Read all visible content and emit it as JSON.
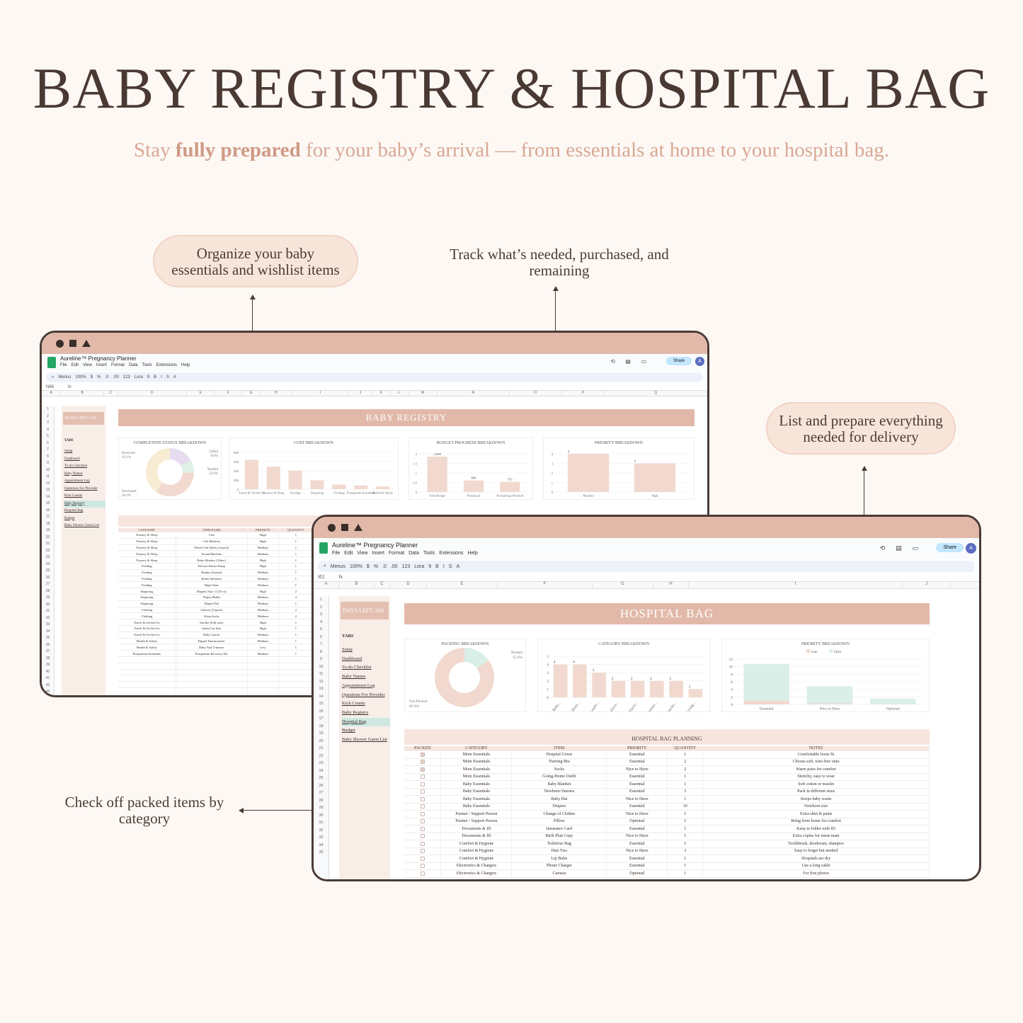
{
  "title": "BABY REGISTRY & HOSPITAL BAG",
  "subtitle": {
    "pre": "Stay ",
    "bold": "fully prepared",
    "post": " for your baby’s arrival — from essentials at home to your hospital bag."
  },
  "callouts": {
    "organize": "Organize your baby essentials and wishlist items",
    "track": "Track what’s needed, purchased, and remaining",
    "list": "List and prepare everything needed for delivery",
    "check": "Check off packed items by category"
  },
  "colors": {
    "accent": "#e2b9a9",
    "mint": "#d9efe8",
    "background": "#fdf8f4",
    "text": "#4a3b36"
  },
  "sheet": {
    "doc_title": "Aureline™ Pregnancy Planner",
    "menus": [
      "File",
      "Edit",
      "View",
      "Insert",
      "Format",
      "Data",
      "Tools",
      "Extensions",
      "Help"
    ],
    "share": "Share",
    "avatar": "A",
    "toolbar": [
      "Menus",
      "100%",
      "$",
      "%",
      ".0",
      ".00",
      "123",
      "Lora",
      "9",
      "B",
      "I",
      "S",
      "A"
    ],
    "days_left": "DAYS LEFT: 210",
    "tabs_label": "TABS",
    "tabs": [
      "Setup",
      "Dashboard",
      "To-do Checklist",
      "Baby Names",
      "Appointment Log",
      "Questions For Provider",
      "Kick Counts",
      "Baby Registry",
      "Hospital Bag",
      "Budget",
      "Baby Shower Guest List"
    ]
  },
  "registry": {
    "cell_ref": "N66",
    "banner": "BABY REGISTRY",
    "columns": [
      "A",
      "B",
      "C",
      "D",
      "E",
      "F",
      "G",
      "H",
      "I",
      "J",
      "K",
      "L",
      "M",
      "N",
      "O",
      "P",
      "Q"
    ],
    "completion_title": "COMPLETION STATUS BREAKDOWN",
    "completion_labels": [
      {
        "label": "Reserved",
        "pct": "16.1%"
      },
      {
        "label": "Gifted",
        "pct": "8.0%"
      },
      {
        "label": "Needed",
        "pct": "32.6%"
      },
      {
        "label": "Purchased",
        "pct": "38.2%"
      }
    ],
    "cost_title": "COST BREAKDOWN",
    "budget_title": "BUDGET PROGRESS BREAKDOWN",
    "priority_title": "PRIORITY BREAKDOWN",
    "table_headers": [
      "CATEGORY",
      "ITEM NAME",
      "PRIORITY",
      "QUANTITY"
    ],
    "rows": [
      [
        "Nursery & Sleep",
        "Crib",
        "High",
        "1"
      ],
      [
        "Nursery & Sleep",
        "Crib Mattress",
        "High",
        "1"
      ],
      [
        "Nursery & Sleep",
        "Fitted Crib Sheets (2-pack)",
        "Medium",
        "1"
      ],
      [
        "Nursery & Sleep",
        "Sound Machine",
        "Medium",
        "1"
      ],
      [
        "Nursery & Sleep",
        "Baby Monitor (Video)",
        "High",
        "1"
      ],
      [
        "Feeding",
        "Electric Breast Pump",
        "High",
        "1"
      ],
      [
        "Feeding",
        "Bottles (6-pack)",
        "Medium",
        "1"
      ],
      [
        "Feeding",
        "Bottle Sterilizer",
        "Medium",
        "1"
      ],
      [
        "Feeding",
        "High Chair",
        "Medium",
        "1"
      ],
      [
        "Diapering",
        "Diapers Size 1 (120 ct)",
        "High",
        "2"
      ],
      [
        "Diapering",
        "Wipes (Bulk)",
        "Medium",
        "3"
      ],
      [
        "Diapering",
        "Diaper Pail",
        "Medium",
        "1"
      ],
      [
        "Clothing",
        "Onesies (5-pack)",
        "Medium",
        "2"
      ],
      [
        "Clothing",
        "Sleep Sacks",
        "Medium",
        "2"
      ],
      [
        "Travel & On-the-Go",
        "Stroller (Full-size)",
        "High",
        "1"
      ],
      [
        "Travel & On-the-Go",
        "Infant Car Seat",
        "High",
        "1"
      ],
      [
        "Travel & On-the-Go",
        "Baby Carrier",
        "Medium",
        "1"
      ],
      [
        "Health & Safety",
        "Digital Thermometer",
        "Medium",
        "1"
      ],
      [
        "Health & Safety",
        "Baby Nail Trimmer",
        "Low",
        "1"
      ],
      [
        "Postpartum Essentials",
        "Postpartum Recovery Kit",
        "Medium",
        "1"
      ]
    ]
  },
  "hospital": {
    "cell_ref": "I61",
    "banner": "HOSPITAL BAG",
    "columns": [
      "A",
      "B",
      "C",
      "D",
      "E",
      "F",
      "G",
      "H",
      "I",
      "J"
    ],
    "packing_title": "PACKING BREAKDOWN",
    "packed_label": "Packed",
    "packed_pct": "15.0%",
    "not_packed_label": "Not Packed",
    "not_packed_pct": "85.0%",
    "category_title": "CATEGORY BREAKDOWN",
    "priority_title": "PRIORITY BREAKDOWN",
    "legend_true": "true",
    "legend_false": "false",
    "section_title": "HOSPITAL BAG PLANNING",
    "table_headers": [
      "PACKED",
      "CATEGORY",
      "ITEM",
      "PRIORITY",
      "QUANTITY",
      "NOTES"
    ],
    "rows": [
      {
        "packed": true,
        "cells": [
          "Mom Essentials",
          "Hospital Gown",
          "Essential",
          "1",
          "Comfortable loose fit"
        ]
      },
      {
        "packed": true,
        "cells": [
          "Mom Essentials",
          "Nursing Bra",
          "Essential",
          "2",
          "Choose soft, wire-free ones"
        ]
      },
      {
        "packed": true,
        "cells": [
          "Mom Essentials",
          "Socks",
          "Nice to Have",
          "2",
          "Warm pairs for comfort"
        ]
      },
      {
        "packed": false,
        "cells": [
          "Mom Essentials",
          "Going-Home Outfit",
          "Essential",
          "1",
          "Stretchy, easy to wear"
        ]
      },
      {
        "packed": false,
        "cells": [
          "Baby Essentials",
          "Baby Blanket",
          "Essential",
          "1",
          "Soft cotton or muslin"
        ]
      },
      {
        "packed": false,
        "cells": [
          "Baby Essentials",
          "Newborn Onesies",
          "Essential",
          "3",
          "Pack in different sizes"
        ]
      },
      {
        "packed": false,
        "cells": [
          "Baby Essentials",
          "Baby Hat",
          "Nice to Have",
          "1",
          "Keeps baby warm"
        ]
      },
      {
        "packed": false,
        "cells": [
          "Baby Essentials",
          "Diapers",
          "Essential",
          "10",
          "Newborn size"
        ]
      },
      {
        "packed": false,
        "cells": [
          "Partner / Support Person",
          "Change of Clothes",
          "Nice to Have",
          "1",
          "Extra shirt & pants"
        ]
      },
      {
        "packed": false,
        "cells": [
          "Partner / Support Person",
          "Pillow",
          "Optional",
          "1",
          "Bring from home for comfort"
        ]
      },
      {
        "packed": false,
        "cells": [
          "Documents & ID",
          "Insurance Card",
          "Essential",
          "1",
          "Keep in folder with ID"
        ]
      },
      {
        "packed": false,
        "cells": [
          "Documents & ID",
          "Birth Plan Copy",
          "Nice to Have",
          "1",
          "Extra copies for nurse team"
        ]
      },
      {
        "packed": false,
        "cells": [
          "Comfort & Hygiene",
          "Toiletries Bag",
          "Essential",
          "1",
          "Toothbrush, deodorant, shampoo"
        ]
      },
      {
        "packed": false,
        "cells": [
          "Comfort & Hygiene",
          "Hair Ties",
          "Nice to Have",
          "3",
          "Easy to forget but needed"
        ]
      },
      {
        "packed": false,
        "cells": [
          "Comfort & Hygiene",
          "Lip Balm",
          "Essential",
          "1",
          "Hospitals are dry"
        ]
      },
      {
        "packed": false,
        "cells": [
          "Electronics & Chargers",
          "Phone Charger",
          "Essential",
          "1",
          "Use a long cable"
        ]
      },
      {
        "packed": false,
        "cells": [
          "Electronics & Chargers",
          "Camera",
          "Optional",
          "1",
          "For first photos"
        ]
      }
    ]
  },
  "chart_data": [
    {
      "type": "pie",
      "title": "COMPLETION STATUS BREAKDOWN",
      "categories": [
        "Reserved",
        "Gifted",
        "Needed",
        "Purchased"
      ],
      "values": [
        16.1,
        8.0,
        32.6,
        38.2
      ],
      "colors": [
        "#e7dcef",
        "#dff0e6",
        "#f1d9cf",
        "#f7ecd2"
      ]
    },
    {
      "type": "bar",
      "title": "COST BREAKDOWN",
      "categories": [
        "Travel & On-the-Go",
        "Nursery & Sleep",
        "Feeding",
        "Diapering",
        "Clothing",
        "Postpartum Essentials",
        "Health & Safety"
      ],
      "values": [
        640,
        490,
        400,
        190,
        100,
        80,
        60
      ],
      "ylim": [
        0,
        800
      ],
      "yticks": [
        "800",
        "600",
        "400",
        "200",
        "0"
      ]
    },
    {
      "type": "bar",
      "title": "BUDGET PROGRESS BREAKDOWN",
      "categories": [
        "Total Budget",
        "Purchased",
        "Remaining (Needed)"
      ],
      "values": [
        1.858,
        0.609,
        0.537
      ],
      "labels": [
        "1,858",
        "609",
        "537"
      ],
      "yticks": [
        "2",
        "1.5",
        "1",
        "0.5",
        "0"
      ]
    },
    {
      "type": "bar",
      "title": "PRIORITY BREAKDOWN",
      "categories": [
        "Medium",
        "High"
      ],
      "values": [
        4,
        3
      ],
      "ylim": [
        0,
        4
      ],
      "yticks": [
        "4",
        "3",
        "2",
        "1",
        "0"
      ]
    },
    {
      "type": "pie",
      "title": "PACKING BREAKDOWN",
      "categories": [
        "Packed",
        "Not Packed"
      ],
      "values": [
        15.0,
        85.0
      ],
      "colors": [
        "#d9efe8",
        "#f1d9cf"
      ]
    },
    {
      "type": "bar",
      "title": "CATEGORY BREAKDOWN",
      "categories": [
        "Baby...",
        "Mom...",
        "Comfo...",
        "Docu...",
        "Electr...",
        "Partner...",
        "Snacks...",
        "Going..."
      ],
      "values": [
        4,
        4,
        3,
        2,
        2,
        2,
        2,
        1
      ],
      "ylim": [
        0,
        5
      ],
      "yticks": [
        "5",
        "4",
        "3",
        "2",
        "1",
        "0"
      ]
    },
    {
      "type": "bar",
      "title": "PRIORITY BREAKDOWN",
      "categories": [
        "Essential",
        "Nice to Have",
        "Optional"
      ],
      "series": [
        {
          "name": "true",
          "values": [
            1,
            0.3,
            0
          ]
        },
        {
          "name": "false",
          "values": [
            9.7,
            4.5,
            1.5
          ]
        }
      ],
      "stacked": true,
      "ylim": [
        0,
        12
      ],
      "yticks": [
        "12",
        "10",
        "8",
        "6",
        "4",
        "2",
        "0"
      ]
    }
  ]
}
